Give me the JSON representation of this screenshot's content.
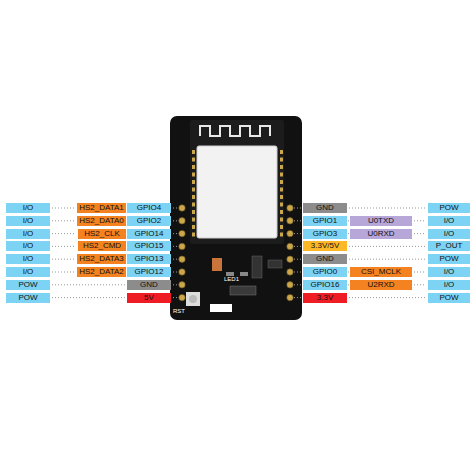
{
  "diagram": {
    "labels": [
      "I/O",
      "HS2_DATA1",
      "GPIO4",
      "GND",
      "POW",
      "I/O",
      "HS2_DATA0",
      "GPIO2",
      "GPIO1",
      "U0TXD",
      "I/O",
      "I/O",
      "HS2_CLK",
      "GPIO14",
      "GPIO3",
      "U0RXD",
      "I/O",
      "I/O",
      "HS2_CMD",
      "GPIO15",
      "3.3V/5V",
      "P_OUT",
      "I/O",
      "HS2_DATA3",
      "GPIO13",
      "GND",
      "POW",
      "I/O",
      "HS2_DATA2",
      "GPIO12",
      "GPIO0",
      "CSI_MCLK",
      "I/O",
      "POW",
      "GND",
      "GPIO16",
      "U2RXD",
      "I/O",
      "POW",
      "5V",
      "3.3V",
      "POW",
      "RST",
      "LED1"
    ]
  }
}
